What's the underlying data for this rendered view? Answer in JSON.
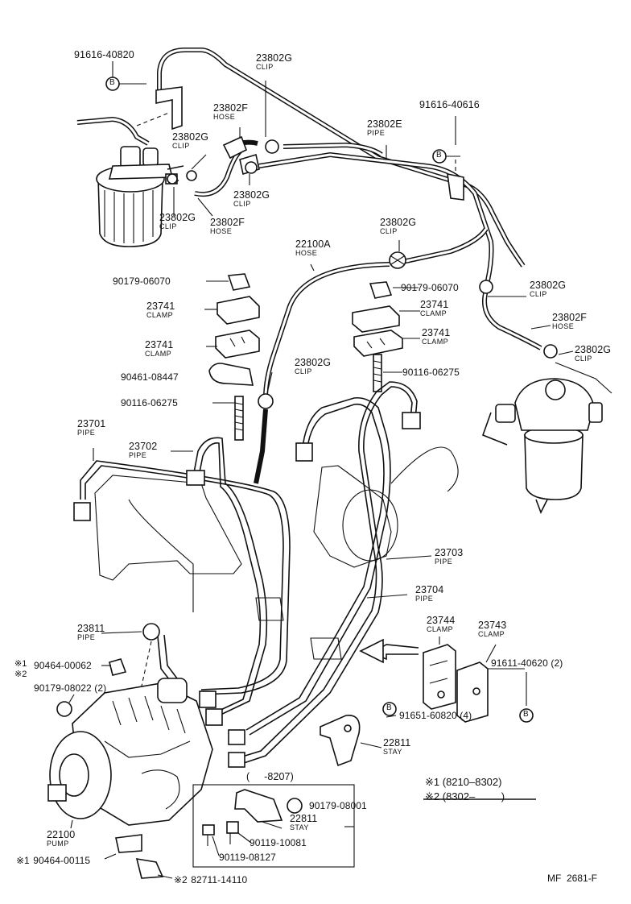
{
  "callouts": [
    {
      "num": "91616-40820"
    },
    {
      "num": "23802G",
      "sub": "CLIP"
    },
    {
      "num": "23802F",
      "sub": "HOSE"
    },
    {
      "num": "23802G",
      "sub": "CLIP"
    },
    {
      "num": "23802G",
      "sub": "CLIP"
    },
    {
      "num": "23802G",
      "sub": "CLIP"
    },
    {
      "num": "23802F",
      "sub": "HOSE"
    },
    {
      "num": "91616-40616"
    },
    {
      "num": "23802E",
      "sub": "PIPE"
    },
    {
      "num": "23802G",
      "sub": "CLIP"
    },
    {
      "num": "22100A",
      "sub": "HOSE"
    },
    {
      "num": "90179-06070"
    },
    {
      "num": "90179-06070"
    },
    {
      "num": "23741",
      "sub": "CLAMP"
    },
    {
      "num": "23741",
      "sub": "CLAMP"
    },
    {
      "num": "23741",
      "sub": "CLAMP"
    },
    {
      "num": "23741",
      "sub": "CLAMP"
    },
    {
      "num": "90461-08447"
    },
    {
      "num": "90116-06275"
    },
    {
      "num": "90116-06275"
    },
    {
      "num": "23802G",
      "sub": "CLIP"
    },
    {
      "num": "23802G",
      "sub": "CLIP"
    },
    {
      "num": "23802F",
      "sub": "HOSE"
    },
    {
      "num": "23802G",
      "sub": "CLIP"
    },
    {
      "num": "23701",
      "sub": "PIPE"
    },
    {
      "num": "23702",
      "sub": "PIPE"
    },
    {
      "num": "23703",
      "sub": "PIPE"
    },
    {
      "num": "23704",
      "sub": "PIPE"
    },
    {
      "num": "23744",
      "sub": "CLAMP"
    },
    {
      "num": "23743",
      "sub": "CLAMP"
    },
    {
      "num": "91611-40620 (2)"
    },
    {
      "num": "23811",
      "sub": "PIPE"
    },
    {
      "num": "90464-00062"
    },
    {
      "num": "90179-08022 (2)"
    },
    {
      "num": "91651-60820 (4)"
    },
    {
      "num": "22811",
      "sub": "STAY"
    },
    {
      "num": "(     -8207)"
    },
    {
      "num": "90179-08001"
    },
    {
      "num": "22811",
      "sub": "STAY"
    },
    {
      "num": "90119-10081"
    },
    {
      "num": "90119-08127"
    },
    {
      "num": "22100",
      "sub": "PUMP"
    },
    {
      "num": "90464-00115"
    },
    {
      "num": "82711-14110"
    }
  ],
  "marks": {
    "star1": "※1",
    "star2": "※2",
    "b_circle": "B"
  },
  "legend": {
    "line1": "※1 (8210–8302)",
    "line2": "※2 (8302–         )"
  },
  "footer_code": "MF  2681-F"
}
